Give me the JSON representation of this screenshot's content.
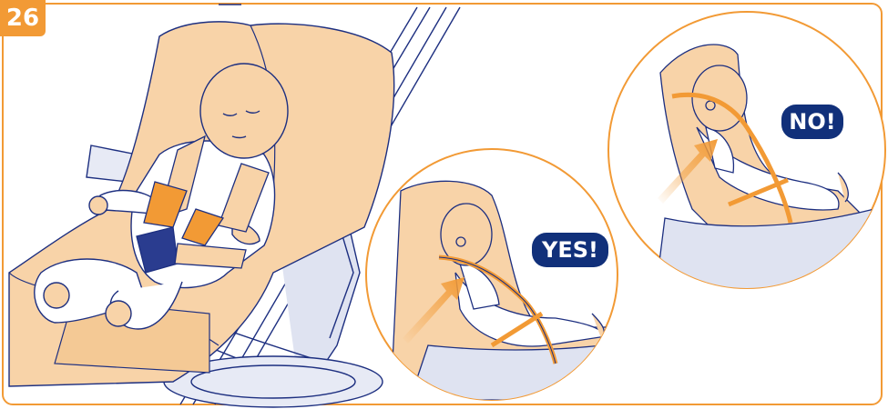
{
  "step_number": "26",
  "labels": {
    "correct": "YES!",
    "incorrect": "NO!"
  },
  "colors": {
    "accent_orange": "#f29a35",
    "seat_fill": "#f8d3a8",
    "line_navy": "#1d2f80",
    "frame_blue": "#c8cde6",
    "buckle": "#2a3c8f",
    "label_bg": "#11307a"
  }
}
